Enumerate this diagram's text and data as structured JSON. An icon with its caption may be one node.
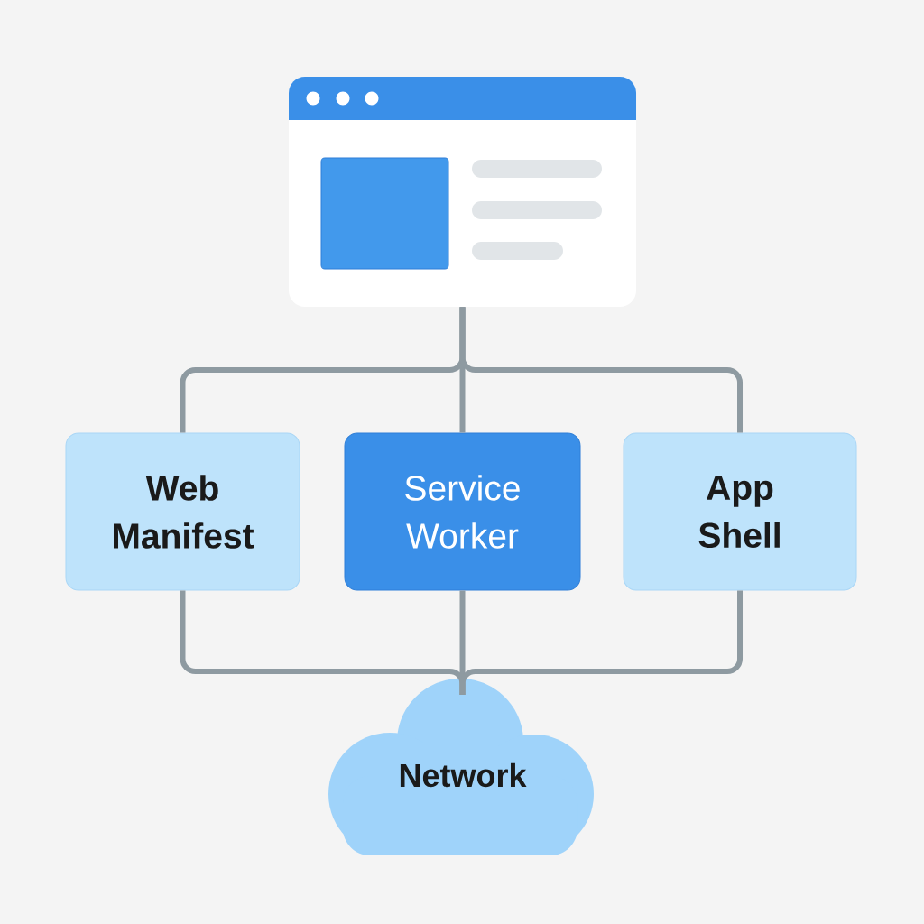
{
  "diagram": {
    "nodes": [
      {
        "text": [],
        "shape": "window"
      },
      {
        "text": [
          "Web Manifest"
        ]
      },
      {
        "text": [
          "Service Worker"
        ]
      },
      {
        "text": [
          "App Shell"
        ]
      },
      {
        "text": [
          "Network"
        ]
      }
    ],
    "edges": [
      {
        "from": 0,
        "to": 1,
        "arrow": "none"
      },
      {
        "from": 0,
        "to": 2,
        "arrow": "none"
      },
      {
        "from": 0,
        "to": 3,
        "arrow": "none"
      },
      {
        "from": 1,
        "to": 4,
        "arrow": "none"
      },
      {
        "from": 2,
        "to": 4,
        "arrow": "none"
      },
      {
        "from": 3,
        "to": 4,
        "arrow": "none"
      }
    ]
  }
}
